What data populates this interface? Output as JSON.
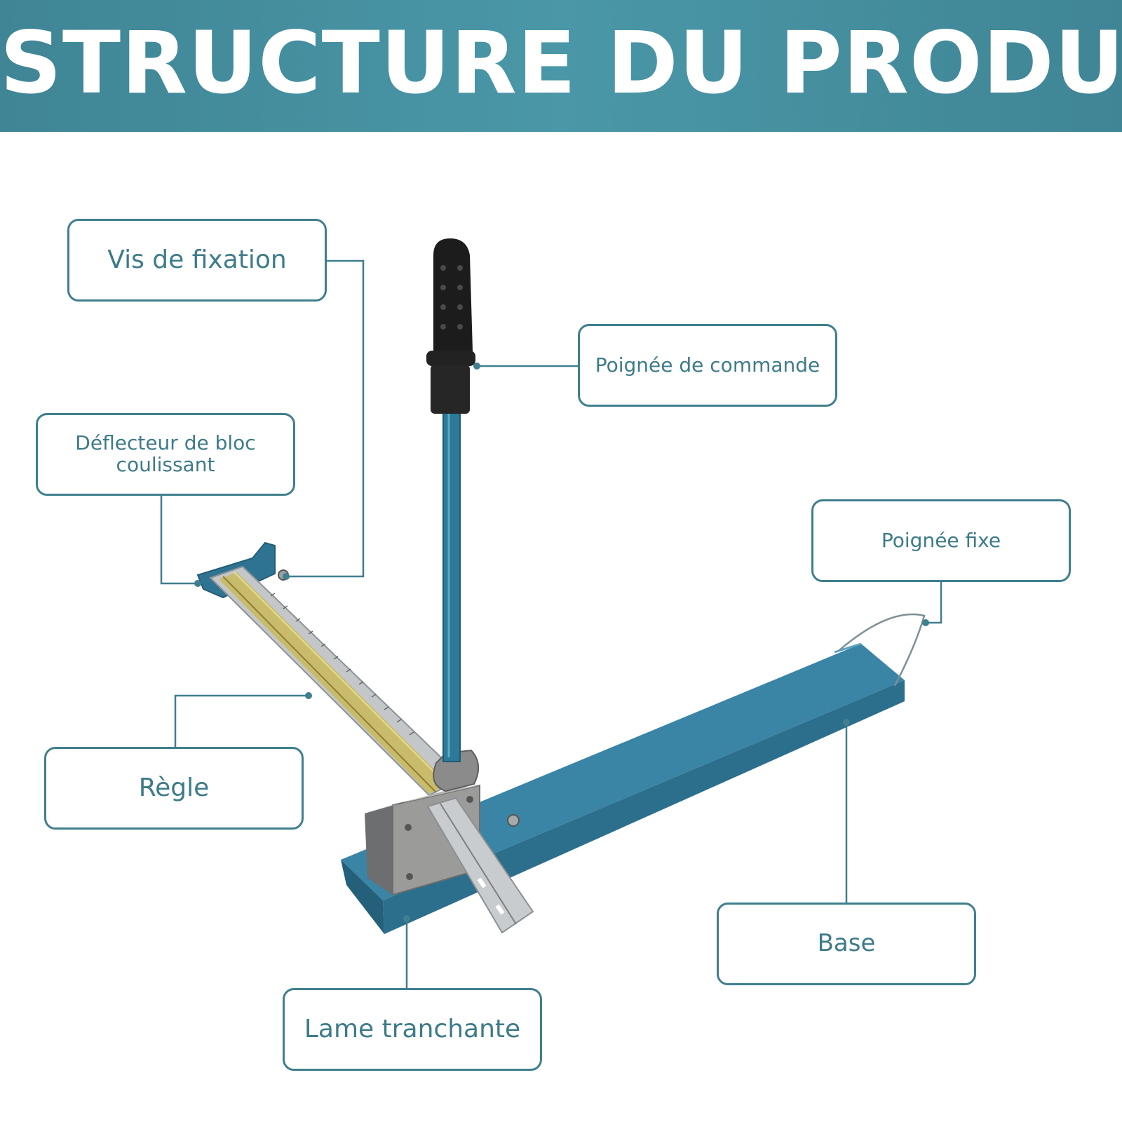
{
  "header": {
    "title": "STRUCTURE DU PRODUIT"
  },
  "labels": {
    "fixing_screw": "Vis de fixation",
    "control_handle": "Poignée de commande",
    "slide_deflector": "Déflecteur de bloc coulissant",
    "fixed_handle": "Poignée fixe",
    "ruler": "Règle",
    "base": "Base",
    "cutting_blade": "Lame tranchante"
  },
  "colors": {
    "banner": "#4690a1",
    "accent": "#3f7f8e",
    "steel_blue": "#2d6e88",
    "handle_black": "#1c1c1c",
    "rail_gold": "#c9b85a",
    "block_gray": "#8f8f8f"
  }
}
